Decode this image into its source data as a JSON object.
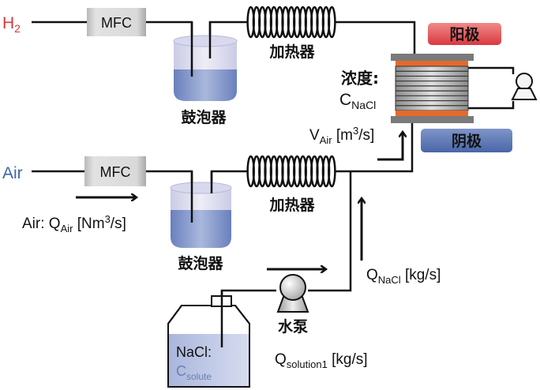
{
  "inputs": {
    "h2": {
      "label": "H",
      "sub": "2",
      "color": "#d33a3a"
    },
    "air": {
      "label": "Air",
      "color": "#3f67a8"
    }
  },
  "mfc": {
    "top_label": "MFC",
    "bottom_label": "MFC"
  },
  "bubbler": {
    "top_label": "鼓泡器",
    "bottom_label": "鼓泡器"
  },
  "heater": {
    "top_label": "加热器",
    "bottom_label": "加热器"
  },
  "air_flow": {
    "prefix": "Air: Q",
    "sub": "Air",
    "unit": " [Nm",
    "sup": "3",
    "unit_end": "/s]"
  },
  "v_air": {
    "prefix": "V",
    "sub": "Air",
    "unit": " [m",
    "sup": "3",
    "unit_end": "/s]"
  },
  "concentration": {
    "label": "浓度:",
    "symbol": "C",
    "sub": "NaCl"
  },
  "anode": {
    "label": "阳极",
    "color": "#e8555a"
  },
  "cathode": {
    "label": "阴极",
    "color": "#5672b0"
  },
  "q_nacl": {
    "prefix": "Q",
    "sub": "NaCl",
    "unit": " [kg/s]"
  },
  "pump": {
    "label": "水泵"
  },
  "q_solution": {
    "prefix": "Q",
    "sub": "solution1",
    "unit": " [kg/s]"
  },
  "tank": {
    "line1": "NaCl:",
    "symbol": "C",
    "sub": "solute",
    "text_color": "#6a7fb6"
  }
}
